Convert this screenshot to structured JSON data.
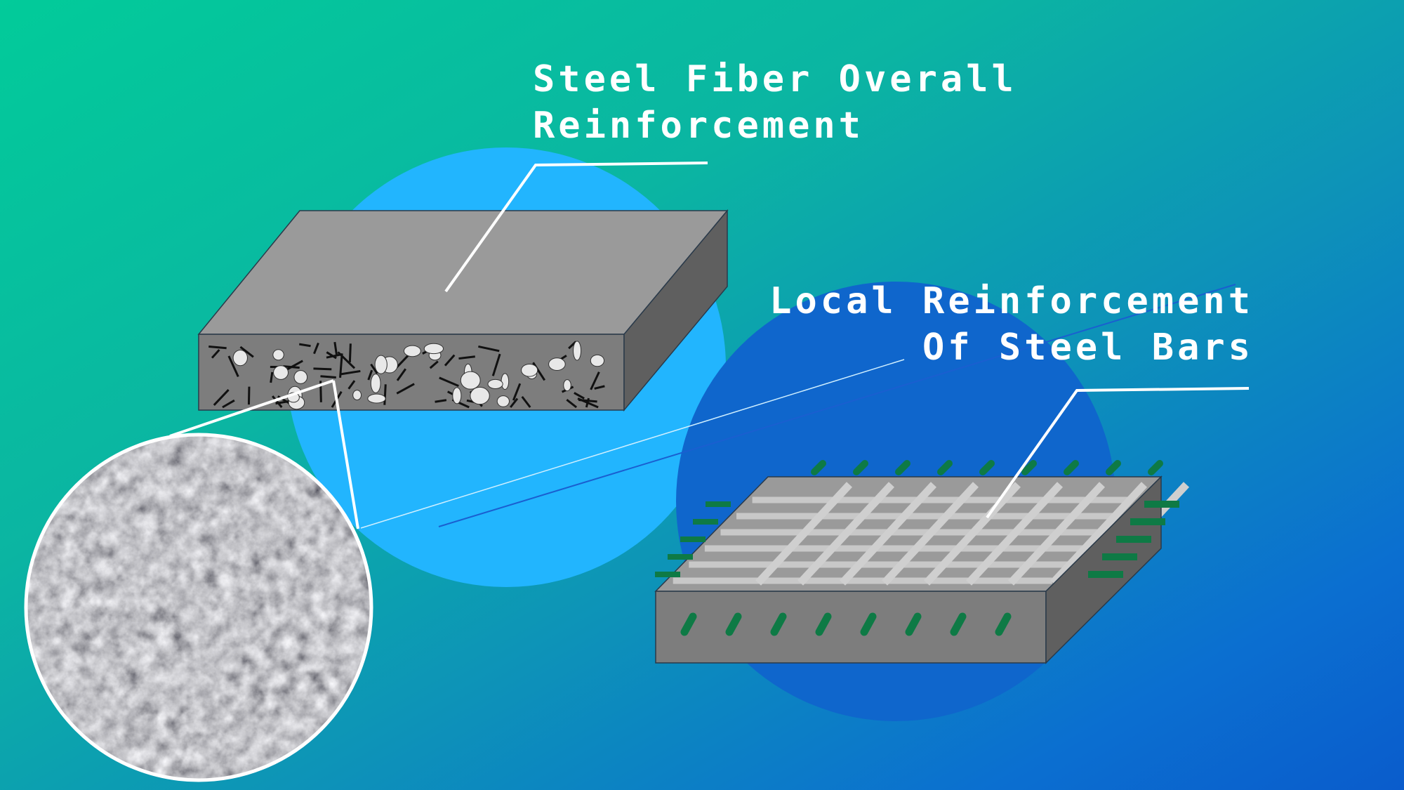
{
  "labels": {
    "steel_fiber": {
      "line1": "Steel Fiber Overall",
      "line2": "Reinforcement"
    },
    "steel_bars": {
      "line1": "Local Reinforcement",
      "line2": "Of Steel Bars"
    }
  },
  "colors": {
    "light_circle": "#22b5fe",
    "dark_circle": "#0f66cc",
    "slab_top": "#9a9a9a",
    "slab_front": "#7d7d7d",
    "slab_side": "#5f5f5f",
    "rebar": "#0e7a45"
  }
}
